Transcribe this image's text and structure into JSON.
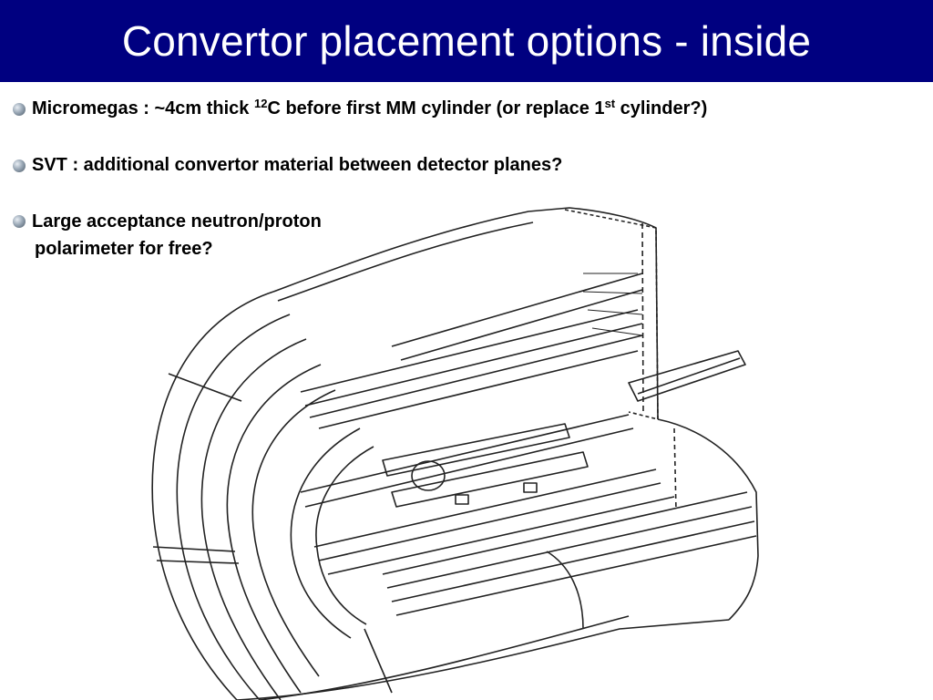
{
  "slide": {
    "title": "Convertor placement options - inside",
    "colors": {
      "title_bar": "#000080",
      "title_text": "#ffffff",
      "text": "#000000"
    }
  },
  "bullets": {
    "b1": {
      "prefix": "Micromegas :  ~4cm thick ",
      "sup1": "12",
      "mid": "C before first MM cylinder (or replace 1",
      "sup2": "st",
      "suffix": " cylinder?)"
    },
    "b2": {
      "text": "SVT : additional convertor material between detector planes?"
    },
    "b3": {
      "line1": "Large acceptance neutron/proton",
      "line2": "polarimeter for free?"
    }
  },
  "diagram": {
    "icon": "detector-cutaway-drawing"
  }
}
